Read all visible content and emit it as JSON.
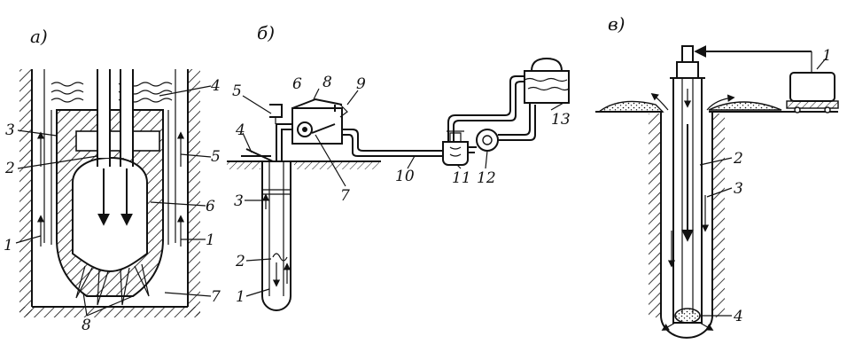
{
  "panels": {
    "a": {
      "title": "а)",
      "labels": [
        "1",
        "2",
        "3",
        "4",
        "5",
        "6",
        "7",
        "8"
      ]
    },
    "b": {
      "title": "б)",
      "labels": [
        "1",
        "2",
        "3",
        "4",
        "5",
        "6",
        "7",
        "8",
        "9",
        "10",
        "11",
        "12",
        "13"
      ]
    },
    "c": {
      "title": "в)",
      "labels": [
        "1",
        "2",
        "3",
        "4"
      ]
    }
  },
  "colors": {
    "ink": "#111111",
    "paper": "#ffffff"
  }
}
